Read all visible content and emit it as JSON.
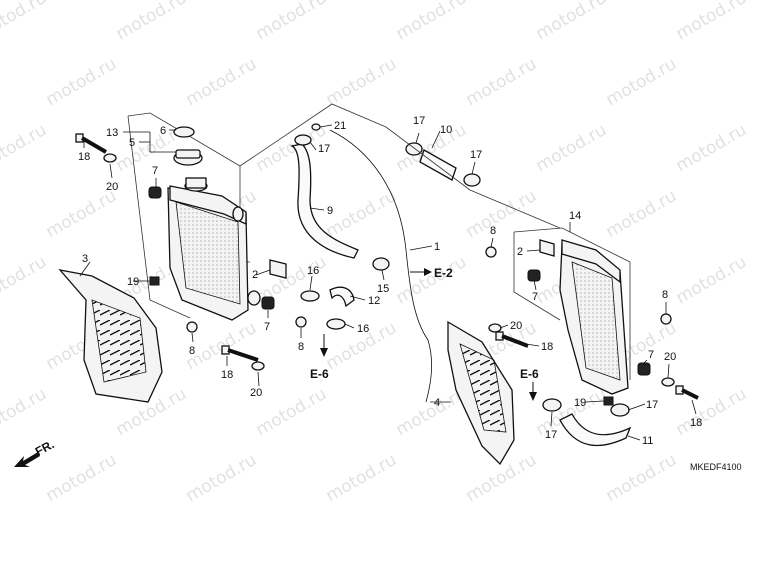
{
  "watermark": "motod.ru",
  "drawing_code": "MKEDF4100",
  "front_label": "FR.",
  "refs": {
    "e2": "E-2",
    "e6_left": "E-6",
    "e6_right": "E-6"
  },
  "callouts": {
    "c1": "1",
    "c2a": "2",
    "c2b": "2",
    "c3": "3",
    "c4": "4",
    "c5": "5",
    "c6": "6",
    "c7a": "7",
    "c7b": "7",
    "c7c": "7",
    "c7d": "7",
    "c8a": "8",
    "c8b": "8",
    "c8c": "8",
    "c8d": "8",
    "c9": "9",
    "c10": "10",
    "c11": "11",
    "c12": "12",
    "c13": "13",
    "c14": "14",
    "c15": "15",
    "c16a": "16",
    "c16b": "16",
    "c17a": "17",
    "c17b": "17",
    "c17c": "17",
    "c17d": "17",
    "c17e": "17",
    "c18a": "18",
    "c18b": "18",
    "c18c": "18",
    "c18d": "18",
    "c19a": "19",
    "c19b": "19",
    "c20a": "20",
    "c20b": "20",
    "c20c": "20",
    "c20d": "20",
    "c21": "21"
  }
}
